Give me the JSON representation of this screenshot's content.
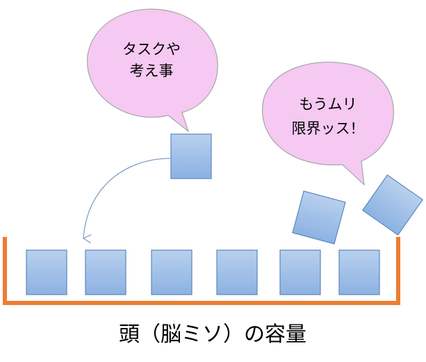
{
  "bubbles": {
    "task": {
      "line1": "タスクや",
      "line2": "考え事"
    },
    "overflow": {
      "line1": "もうムリ",
      "line2": "限界ッス！"
    }
  },
  "caption": "頭（脳ミソ）の容量",
  "colors": {
    "bubble_fill": "#f5c9f2",
    "bubble_stroke": "#a6a6a6",
    "box_top": "#b8d0ee",
    "box_bottom": "#8cb2e2",
    "box_stroke": "#5b86bf",
    "container": "#ed7d31",
    "arrow": "#7f9fc8"
  }
}
